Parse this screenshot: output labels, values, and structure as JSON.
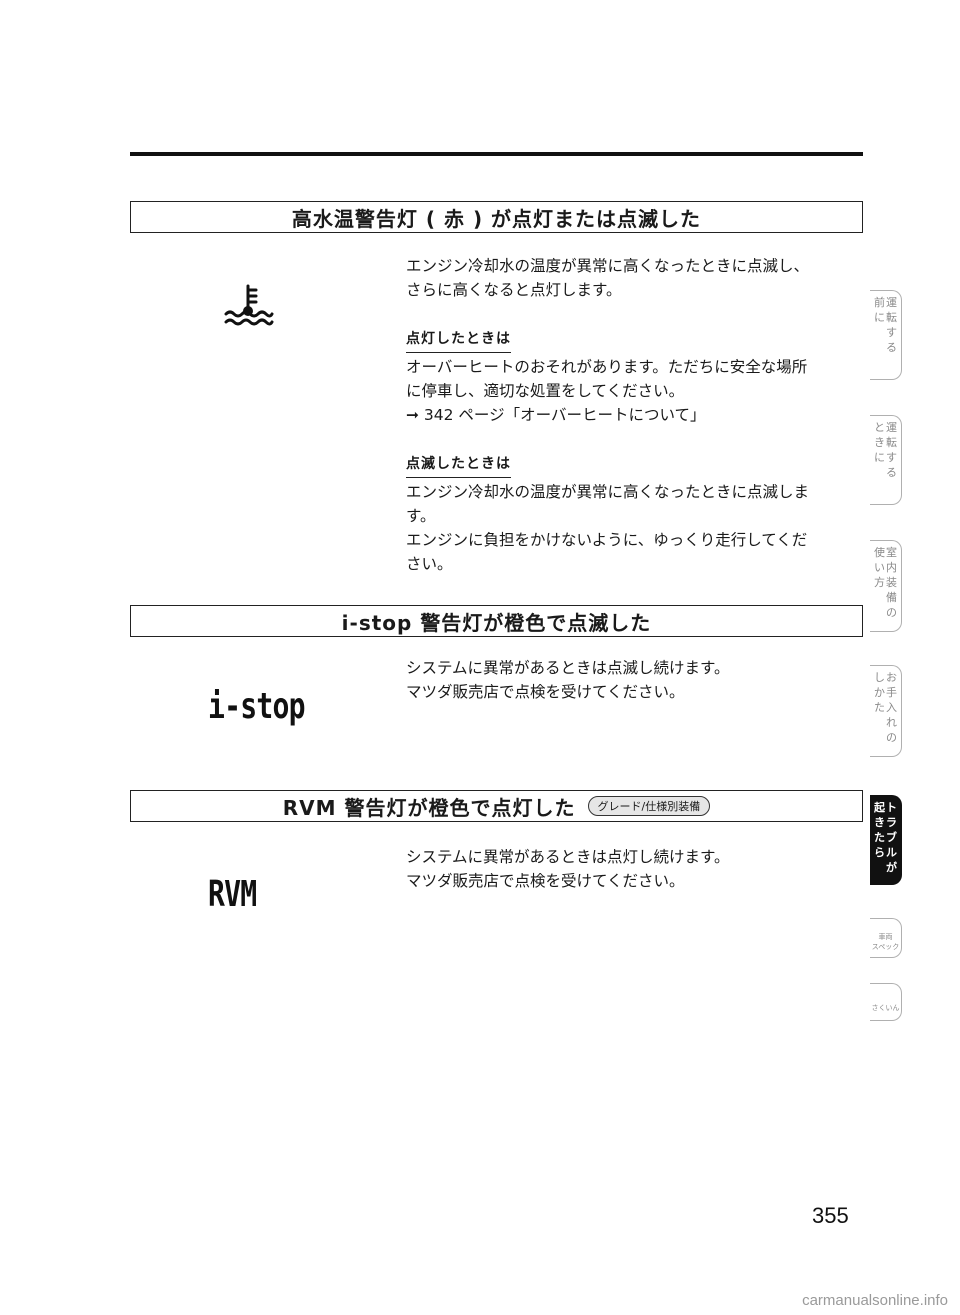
{
  "sections": [
    {
      "title": "高水温警告灯 ( 赤 ) が点灯または点滅した",
      "intro": "エンジン冷却水の温度が異常に高くなったときに点滅し、",
      "intro2": "さらに高くなると点灯します。",
      "sub1_heading": "点灯したときは",
      "sub1_line1": "オーバーヒートのおそれがあります。ただちに安全な場所",
      "sub1_line2": "に停車し、適切な処置をしてください。",
      "sub1_ref": "➞ 342 ページ「オーバーヒートについて」",
      "sub2_heading": "点滅したときは",
      "sub2_line1": "エンジン冷却水の温度が異常に高くなったときに点滅しま",
      "sub2_line2": "す。",
      "sub2_line3": "エンジンに負担をかけないように、ゆっくり走行してくだ",
      "sub2_line4": "さい。",
      "icon": "coolant-temperature-icon"
    },
    {
      "title": "i-stop 警告灯が橙色で点滅した",
      "indicator": "i-stop",
      "line1": "システムに異常があるときは点滅し続けます。",
      "line2": "マツダ販売店で点検を受けてください。"
    },
    {
      "title": "RVM 警告灯が橙色で点灯した",
      "badge": "グレード/仕様別装備",
      "indicator": "RVM",
      "line1": "システムに異常があるときは点灯し続けます。",
      "line2": "マツダ販売店で点検を受けてください。"
    }
  ],
  "tabs": [
    {
      "col1": [
        "前",
        "に"
      ],
      "col2": [
        "運",
        "転",
        "す",
        "る"
      ]
    },
    {
      "col1": [
        "と",
        "き",
        "に"
      ],
      "col2": [
        "運",
        "転",
        "す",
        "る"
      ]
    },
    {
      "col1": [
        "使",
        "い",
        "方"
      ],
      "col2": [
        "室",
        "内",
        "装",
        "備",
        "の"
      ]
    },
    {
      "col1": [
        "し",
        "か",
        "た"
      ],
      "col2": [
        "お",
        "手",
        "入",
        "れ",
        "の"
      ]
    },
    {
      "col1": [
        "起",
        "き",
        "た",
        "ら"
      ],
      "col2": [
        "ト",
        "ラ",
        "ブ",
        "ル",
        "が"
      ]
    },
    {
      "line1": "車両",
      "line2": "スペック"
    },
    {
      "line1": "さくいん"
    }
  ],
  "page_number": "355",
  "watermark": "carmanualsonline.info"
}
